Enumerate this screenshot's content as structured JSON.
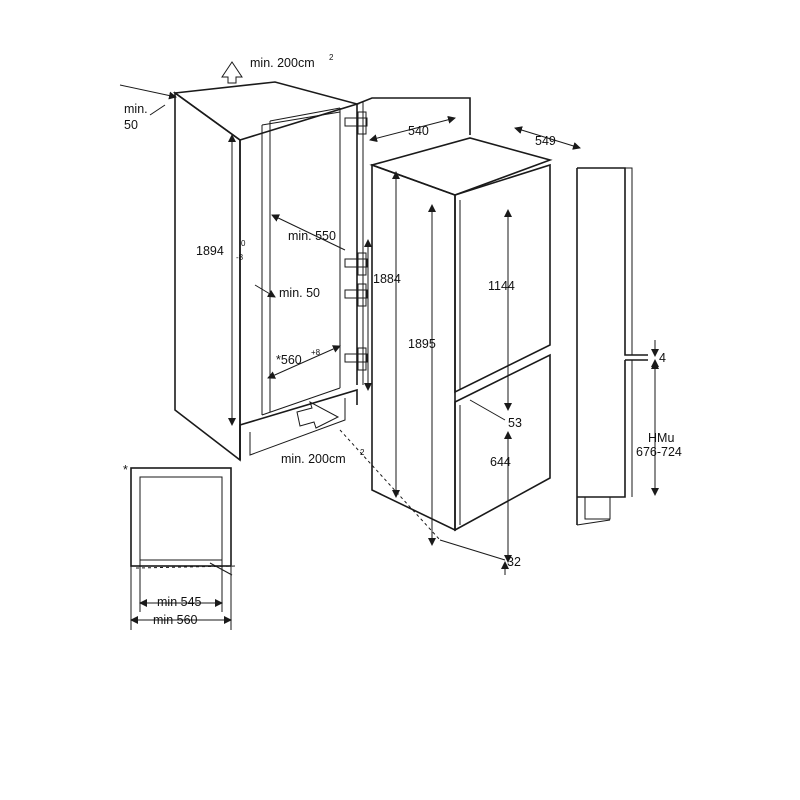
{
  "labels": {
    "vent_top": "min. 200cm",
    "vent_top_sup": "2",
    "gap_top": "min.",
    "gap_top_val": "50",
    "depth_niche": "540",
    "depth_appliance": "549",
    "niche_height": "1894",
    "niche_height_tol_upper": "0",
    "niche_height_tol_lower": "-8",
    "niche_depth": "min. 550",
    "rear_gap": "min. 50",
    "niche_width": "*560",
    "niche_width_tol": "+8",
    "vent_bottom": "min. 200cm",
    "vent_bottom_sup": "2",
    "hinge_height": "1884",
    "appliance_height": "1895",
    "upper_door": "1144",
    "door_gap": "53",
    "lower_door": "644",
    "bottom_gap": "32",
    "door_gap_side": "4",
    "hmu_title": "HMu",
    "hmu_range": "676-724",
    "asterisk": "*",
    "min_545": "min 545",
    "min_560": "min 560"
  },
  "colors": {
    "line": "#1a1a1a",
    "fill_shade": "#f2f2f2"
  }
}
